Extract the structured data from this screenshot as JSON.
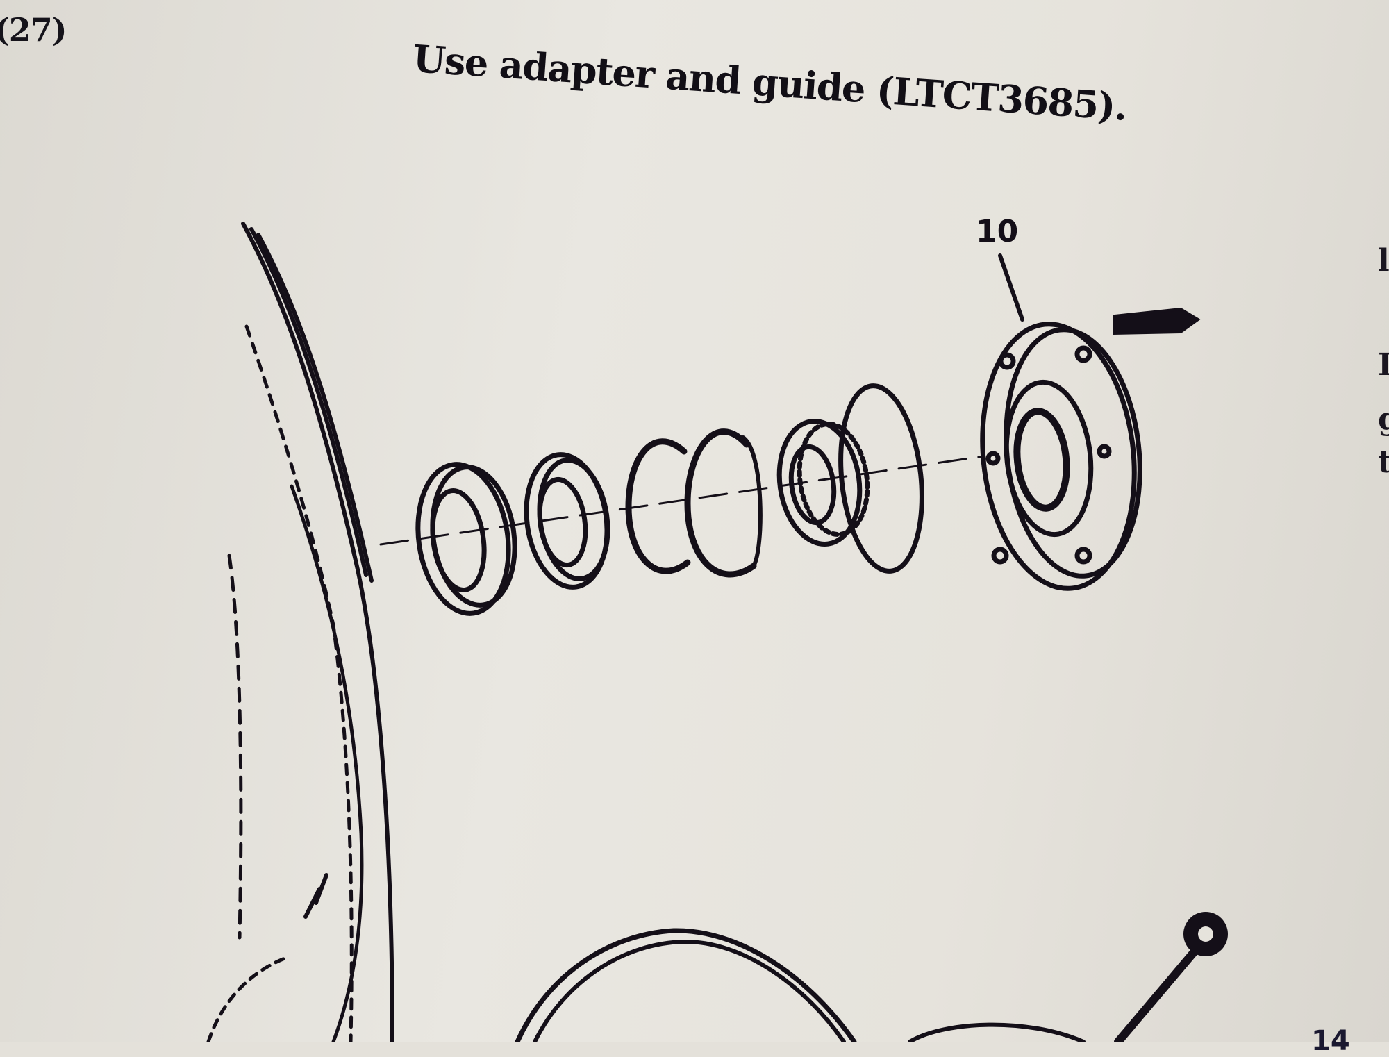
{
  "section_ref": "(27)",
  "heading": "Use adapter and guide (LTCT3685).",
  "figure": {
    "callout_label": "10"
  },
  "right_margin_fragments": [
    "l",
    "I",
    "g",
    "t"
  ],
  "page_number": "14",
  "colors": {
    "paper": "#e4e1da",
    "ink": "#140f18"
  }
}
